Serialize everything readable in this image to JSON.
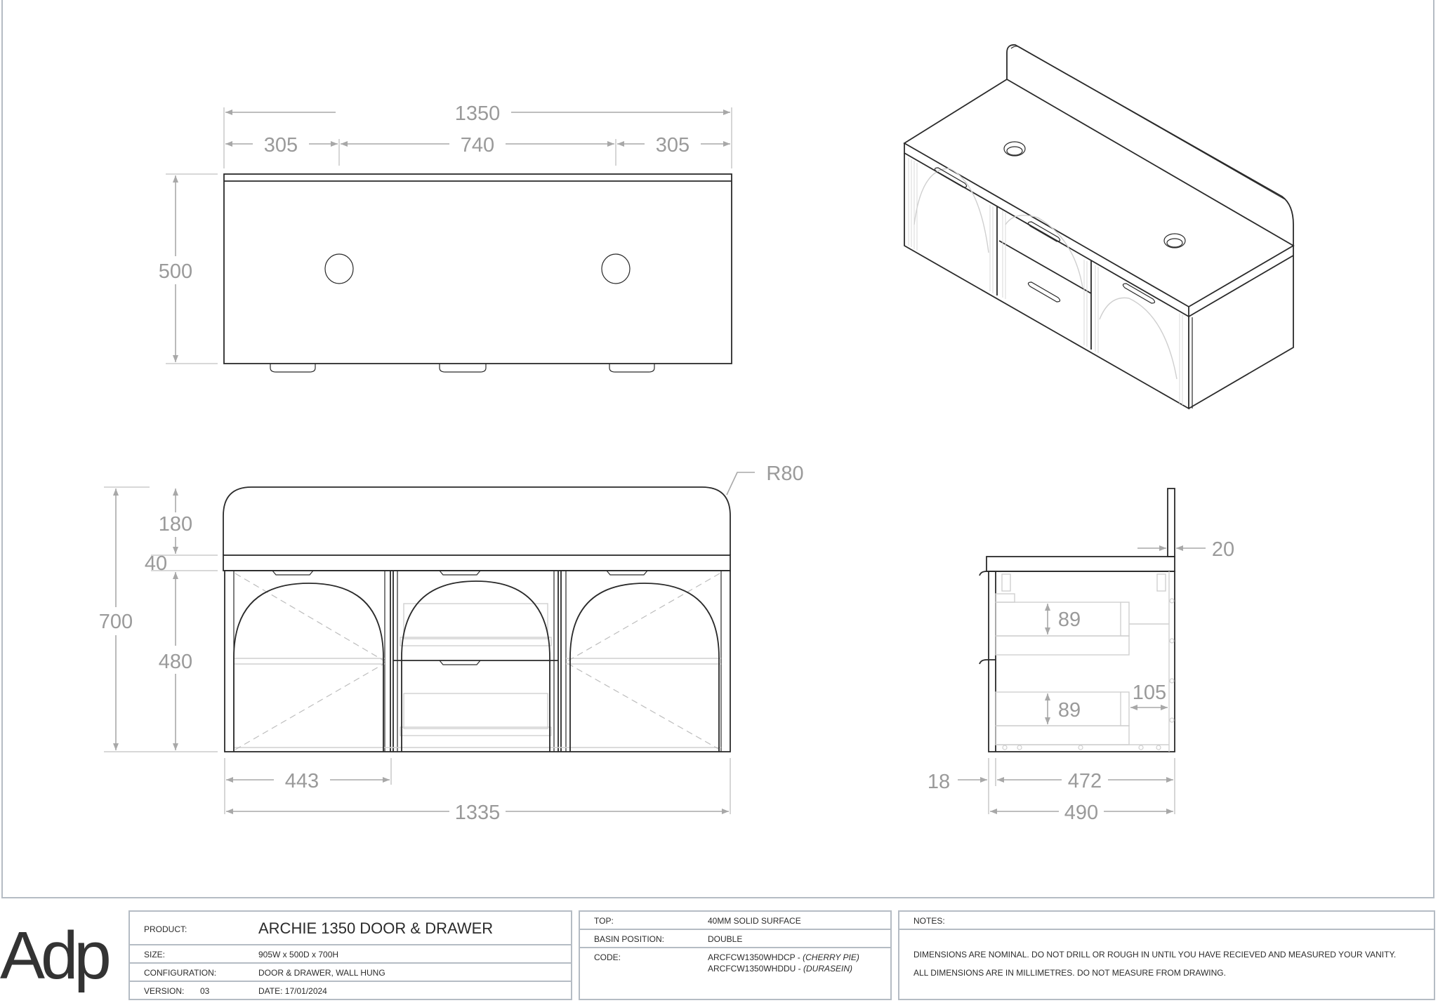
{
  "drawing": {
    "plan_view": {
      "overall_width": "1350",
      "left_offset": "305",
      "basin_spacing": "740",
      "right_offset": "305",
      "depth": "500"
    },
    "front_elevation": {
      "radius_callout": "R80",
      "splashback_height": "180",
      "top_thickness": "40",
      "overall_height": "700",
      "cabinet_height": "480",
      "door_width": "443",
      "cabinet_width": "1335"
    },
    "side_elevation": {
      "splashback_thickness": "20",
      "drawer_internal_height_top": "89",
      "drawer_internal_height_bottom": "89",
      "rear_clearance": "105",
      "door_thickness": "18",
      "carcass_depth": "472",
      "overall_depth": "490"
    },
    "isometric_view": {
      "basin_holes": 2,
      "doors": 2,
      "drawers": 2
    }
  },
  "title_block": {
    "logo": "Adp",
    "product_label": "PRODUCT:",
    "product_value": "ARCHIE 1350 DOOR & DRAWER",
    "size_label": "SIZE:",
    "size_value": "905W x 500D x 700H",
    "configuration_label": "CONFIGURATION:",
    "configuration_value": "DOOR & DRAWER, WALL HUNG",
    "version_label": "VERSION:",
    "version_value": "03",
    "date_value": "DATE: 17/01/2024",
    "top_label": "TOP:",
    "top_value": "40MM SOLID SURFACE",
    "basin_position_label": "BASIN POSITION:",
    "basin_position_value": "DOUBLE",
    "code_label": "CODE:",
    "codes": [
      {
        "code": "ARCFCW1350WHDCP - ",
        "finish": "(CHERRY PIE)"
      },
      {
        "code": "ARCFCW1350WHDDU - ",
        "finish": "(DURASEIN)"
      }
    ],
    "notes_label": "NOTES:",
    "notes": [
      "DIMENSIONS ARE NOMINAL. DO NOT DRILL OR ROUGH IN UNTIL YOU HAVE RECIEVED AND MEASURED YOUR VANITY.",
      "ALL DIMENSIONS ARE IN MILLIMETRES. DO NOT MEASURE FROM DRAWING."
    ]
  },
  "colors": {
    "line": "#2a2a2a",
    "dimension": "#9a9a9a",
    "border": "#b5bcc4",
    "background": "#ffffff"
  }
}
